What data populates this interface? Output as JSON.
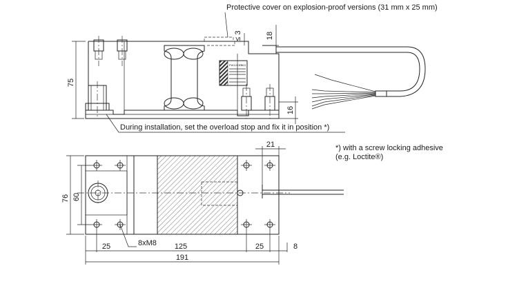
{
  "notes": {
    "protective_cover": "Protective cover on explosion-proof versions (31 mm x 25 mm)",
    "overload_stop": "During installation, set the overload stop and fix it in position *)",
    "footnote_line1": "*) with a screw locking adhesive",
    "footnote_line2": "(e.g. Loctite®)"
  },
  "dimensions": {
    "height_75": "75",
    "cover_18": "18",
    "cover_le3": "≤ 3",
    "cable_16": "16",
    "cable_21": "21",
    "width_76": "76",
    "width_60": "60",
    "bolts": "8xM8",
    "len_25_left": "25",
    "len_125": "125",
    "len_25_right": "25",
    "len_8": "8",
    "len_191": "191"
  },
  "label_plate": {
    "model": "PW12CC3",
    "capacity": "??KG"
  },
  "colors": {
    "ink": "#222222",
    "hatch": "#555555",
    "label_stripe": "#333333"
  }
}
